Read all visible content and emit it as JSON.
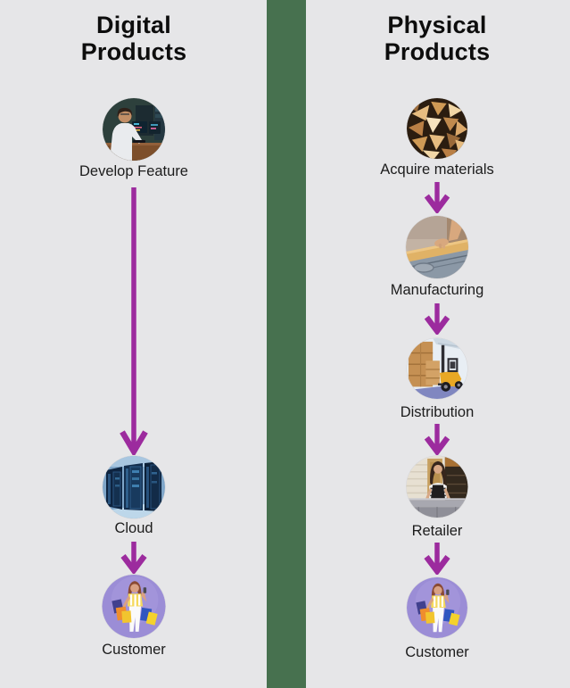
{
  "theme": {
    "bg": "#e6e6e8",
    "divider": "#47714f",
    "arrow": "#9c2b9e",
    "heading": "#0d0d0d",
    "label": "#1c1c1c"
  },
  "digital": {
    "title": "Digital Products",
    "steps": [
      {
        "label": "Develop Feature",
        "image": "developer-working-at-computer"
      },
      {
        "label": "Cloud",
        "image": "server-racks-data-center"
      },
      {
        "label": "Customer",
        "image": "woman-with-shopping-bags"
      }
    ]
  },
  "physical": {
    "title": "Physical Products",
    "steps": [
      {
        "label": "Acquire materials",
        "image": "stacked-firewood-logs"
      },
      {
        "label": "Manufacturing",
        "image": "hand-on-wood-plank-saw"
      },
      {
        "label": "Distribution",
        "image": "forklift-with-cardboard-boxes"
      },
      {
        "label": "Retailer",
        "image": "shopkeeper-behind-counter"
      },
      {
        "label": "Customer",
        "image": "woman-with-shopping-bags"
      }
    ]
  }
}
